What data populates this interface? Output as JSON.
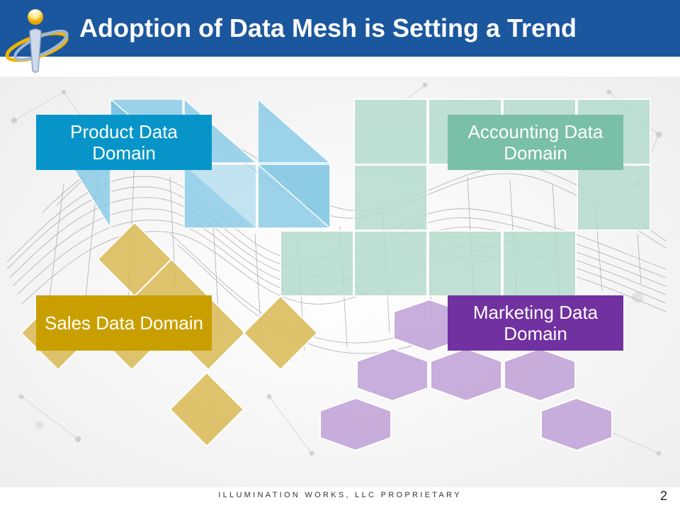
{
  "slide": {
    "title": "Adoption of Data Mesh is Setting a Trend",
    "footer": "ILLUMINATION WORKS, LLC PROPRIETARY",
    "page_number": "2"
  },
  "domains": {
    "product": "Product Data Domain",
    "accounting": "Accounting Data Domain",
    "sales": "Sales Data Domain",
    "marketing": "Marketing Data Domain"
  },
  "colors": {
    "header": "#1b579e",
    "product": "#0795c9",
    "product_tiles": "#8ccde8",
    "accounting": "#7abfa8",
    "accounting_tiles": "#b5dccd",
    "sales": "#c99f00",
    "sales_tiles": "#dcbd5d",
    "marketing": "#7131a0",
    "marketing_tiles": "#c3a6d9"
  },
  "icons": {
    "logo": "illumination-works-logo-icon"
  }
}
